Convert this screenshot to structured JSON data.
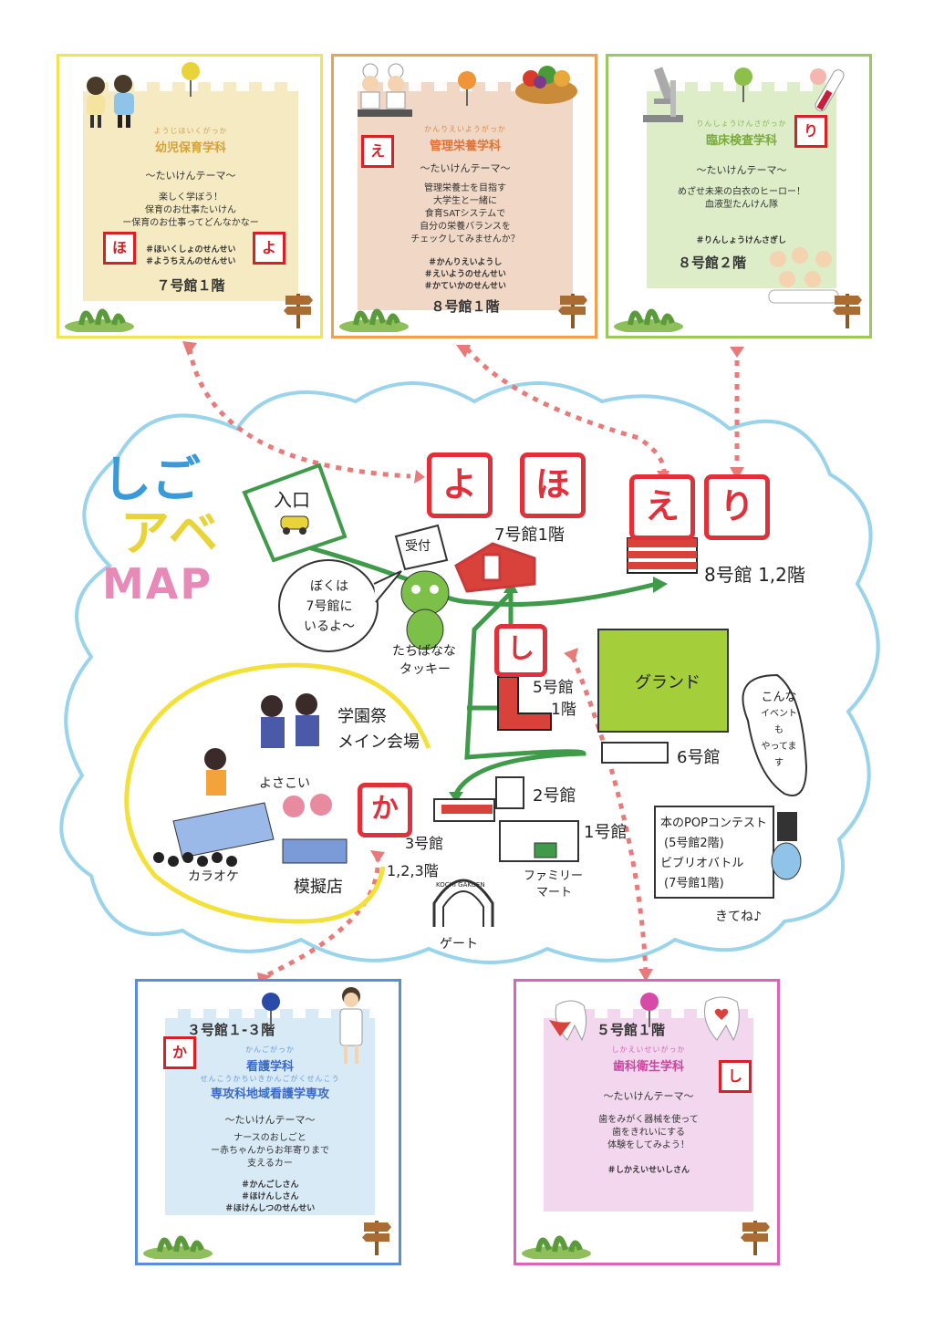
{
  "title": {
    "line1": "しご",
    "line2": "アベ",
    "line3": "MAP"
  },
  "cards": {
    "childcare": {
      "furigana": "ようじほいくがっか",
      "dept": "幼児保育学科",
      "theme": "〜たいけんテーマ〜",
      "body": [
        "楽しく学ぼう！",
        "保育のお仕事たいけん",
        "ー保育のお仕事ってどんなかなー"
      ],
      "tags": [
        "＃ほいくしょのせんせい",
        "＃ようちえんのせんせい"
      ],
      "floor": "７号館１階",
      "badges": [
        "ほ",
        "よ"
      ],
      "color": "#f3e06a"
    },
    "nutrition": {
      "furigana": "かんりえいようがっか",
      "dept": "管理栄養学科",
      "theme": "〜たいけんテーマ〜",
      "body": [
        "管理栄養士を目指す",
        "大学生と一緒に",
        "食育SATシステムで",
        "自分の栄養バランスを",
        "チェックしてみませんか？"
      ],
      "tags": [
        "＃かんりえいようし",
        "＃えいようのせんせい",
        "＃かていかのせんせい"
      ],
      "floor": "８号館１階",
      "badges": [
        "え"
      ],
      "color": "#f0a64a"
    },
    "labtech": {
      "furigana": "りんしょうけんさがっか",
      "dept": "臨床検査学科",
      "theme": "〜たいけんテーマ〜",
      "body": [
        "めざせ未来の白衣のヒーロー！",
        "血液型たんけん隊"
      ],
      "tags": [
        "＃りんしょうけんさぎし"
      ],
      "floor": "８号館２階",
      "badges": [
        "り"
      ],
      "color": "#9bc45a"
    },
    "nursing": {
      "floor": "３号館１-３階",
      "furigana": "かんごがっか",
      "dept": "看護学科",
      "furigana2": "せんこうかちいきかんごがくせんこう",
      "dept2": "専攻科地域看護学専攻",
      "theme": "〜たいけんテーマ〜",
      "body": [
        "ナースのおしごと",
        "ー赤ちゃんからお年寄りまで",
        "支えるカー"
      ],
      "tags": [
        "＃かんごしさん",
        "＃ほけんしさん",
        "＃ほけんしつのせんせい"
      ],
      "badges": [
        "か"
      ],
      "color": "#5b8ed6"
    },
    "dental": {
      "floor": "５号館１階",
      "furigana": "しかえいせいがっか",
      "dept": "歯科衛生学科",
      "theme": "〜たいけんテーマ〜",
      "body": [
        "歯をみがく器械を使って",
        "歯をきれいにする",
        "体験をしてみよう！"
      ],
      "tags": [
        "＃しかえいせいしさん"
      ],
      "badges": [
        "し"
      ],
      "color": "#d865b8"
    }
  },
  "map": {
    "entrance": "入口",
    "reception": "受付",
    "mascot_speech": [
      "ぼくは",
      "7号館に",
      "いるよ〜"
    ],
    "mascot_name": [
      "たちばなな",
      "タッキー"
    ],
    "big_badges": [
      "よ",
      "ほ",
      "え",
      "り",
      "し",
      "か"
    ],
    "b7": "7号館1階",
    "b8": "8号館 1,2階",
    "b5": [
      "5号館",
      "1階"
    ],
    "ground": "グランド",
    "b6": "6号館",
    "b2": "2号館",
    "b1": "1号館",
    "b3": [
      "3号館",
      "1,2,3階"
    ],
    "fest": [
      "学園祭",
      "メイン会場"
    ],
    "yosakoi": "よさこい",
    "karaoke": "カラオケ",
    "stalls": "模擬店",
    "family_mart": [
      "ファミリー",
      "マート"
    ],
    "gate": "ゲート",
    "gate_sign": "KOCHI GAKUEN",
    "event_speech": [
      "こんな",
      "イベントも",
      "やってます"
    ],
    "events": [
      "本のPOPコンテスト",
      "(5号館2階)",
      "ビブリオバトル",
      "(7号館1階)"
    ],
    "come": "きてね♪"
  }
}
